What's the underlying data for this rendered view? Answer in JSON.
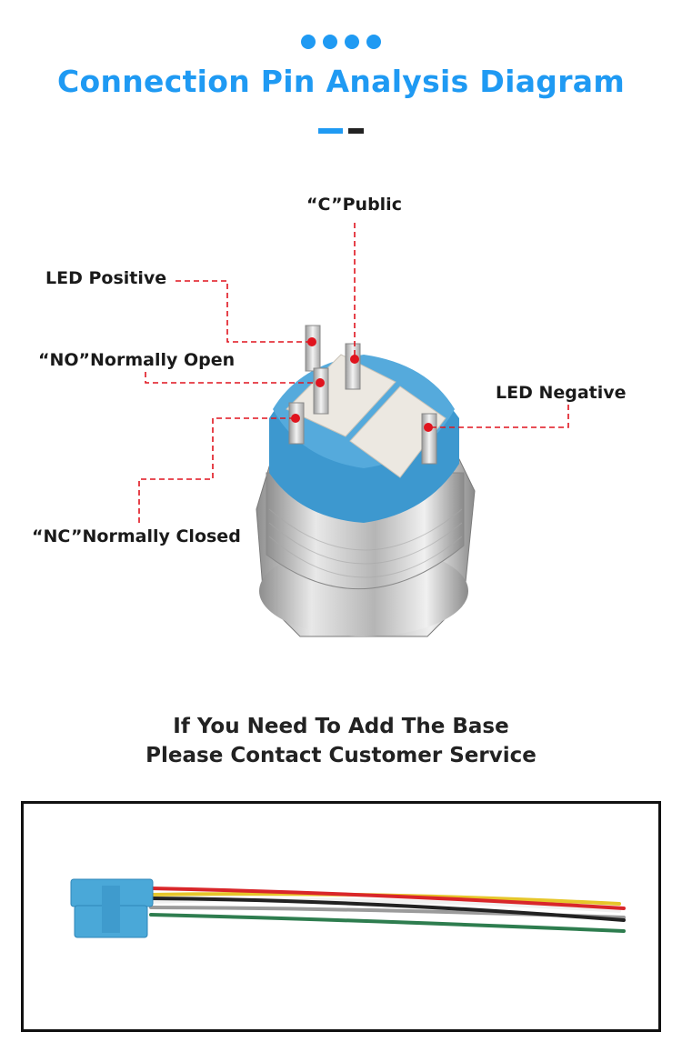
{
  "header": {
    "title": "Connection Pin Analysis Diagram"
  },
  "pins": {
    "c_public": "“C”Public",
    "led_positive": "LED Positive",
    "no": "“NO”Normally Open",
    "led_negative": "LED Negative",
    "nc": "“NC”Normally Closed"
  },
  "notice": {
    "line1": "If You Need To Add The Base",
    "line2": "Please Contact Customer Service"
  },
  "colors": {
    "accent": "#1f9af3",
    "leader": "#e0141e",
    "connector": "#4aa8d8"
  }
}
